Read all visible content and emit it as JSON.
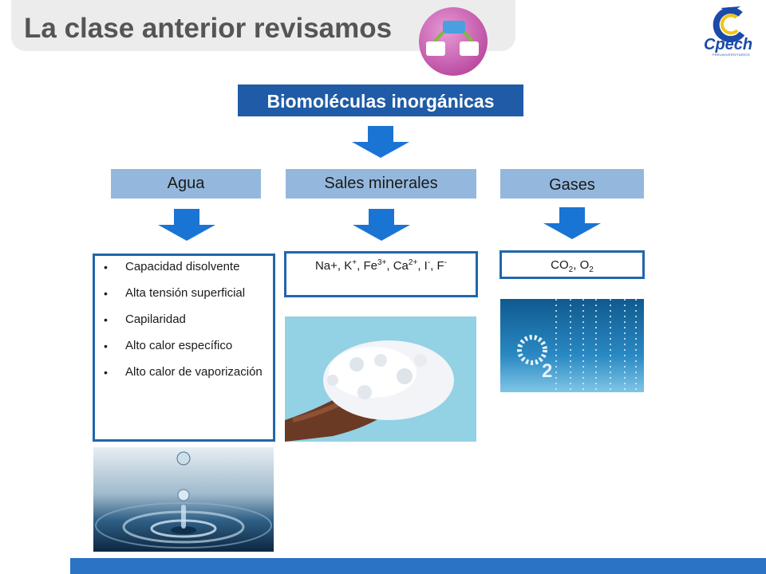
{
  "header": {
    "title": "La clase anterior revisamos"
  },
  "logo": {
    "text": "Cpech",
    "subtext": "PREUNIVERSITARIOS"
  },
  "main": {
    "heading": "Biomoléculas inorgánicas"
  },
  "categories": [
    {
      "label": "Agua"
    },
    {
      "label": "Sales minerales"
    },
    {
      "label": "Gases"
    }
  ],
  "agua": {
    "properties": [
      "Capacidad disolvente",
      "Alta tensión superficial",
      "Capilaridad",
      "Alto calor específico",
      "Alto calor de vaporización"
    ]
  },
  "sales": {
    "ions": [
      {
        "base": "Na+",
        "sup": "",
        "sep": ", "
      },
      {
        "base": "K",
        "sup": "+",
        "sep": ", "
      },
      {
        "base": "Fe",
        "sup": "3+",
        "sep": ", "
      },
      {
        "base": "Ca",
        "sup": "2+",
        "sep": ", "
      },
      {
        "base": "I",
        "sup": "-",
        "sep": ", "
      },
      {
        "base": "F",
        "sup": "-",
        "sep": ""
      }
    ]
  },
  "gases": {
    "molecules": [
      {
        "base": "CO",
        "sub": "2",
        "sep": ", "
      },
      {
        "base": "O",
        "sub": "2",
        "sep": ""
      }
    ],
    "photo_text": {
      "base": "O",
      "sub": "2"
    }
  },
  "colors": {
    "heading_bg": "#1f5ba6",
    "category_bg": "#94b8dd",
    "arrow": "#1a74d4",
    "box_border": "#2166ac",
    "bottom_bar": "#2a73c5"
  }
}
